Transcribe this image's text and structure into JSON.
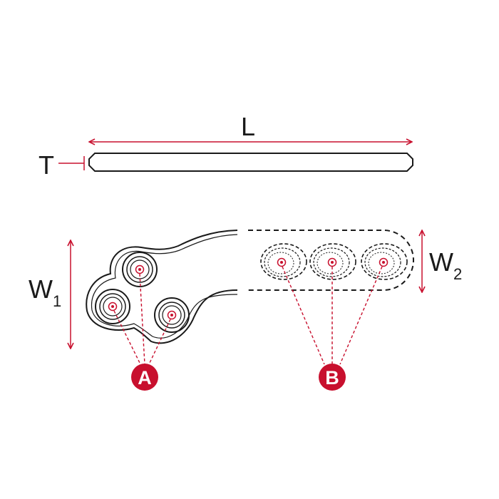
{
  "labels": {
    "length": "L",
    "thickness": "T",
    "width_1_main": "W",
    "width_1_sub": "1",
    "width_2_main": "W",
    "width_2_sub": "2",
    "badge_a": "A",
    "badge_b": "B"
  },
  "colors": {
    "dimension_red": "#c8102e",
    "outline": "#1a1a1a",
    "badge_fill": "#c8102e"
  }
}
